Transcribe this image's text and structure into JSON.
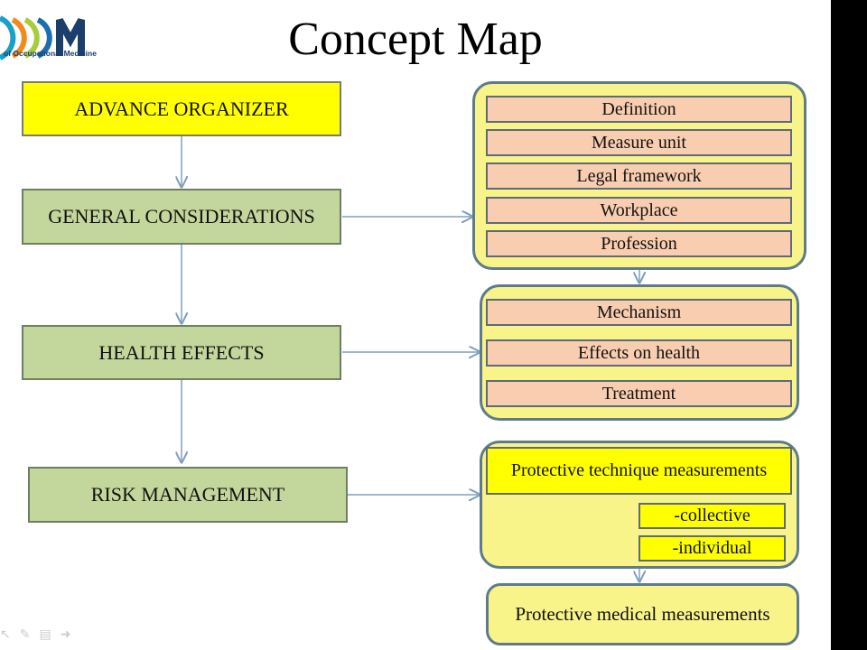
{
  "logo": {
    "letters": "ODM",
    "subtitle": "of Occupational Medicine",
    "icon": "logo-icon"
  },
  "title": "Concept Map",
  "main_column": [
    {
      "label": "ADVANCE ORGANIZER",
      "color": "#ffff00"
    },
    {
      "label": "GENERAL CONSIDERATIONS",
      "color": "#c3d69b"
    },
    {
      "label": "HEALTH EFFECTS",
      "color": "#c3d69b"
    },
    {
      "label": "RISK MANAGEMENT",
      "color": "#c3d69b"
    }
  ],
  "group_1": [
    "Definition",
    "Measure unit",
    "Legal framework",
    "Workplace",
    "Profession"
  ],
  "group_2": [
    "Mechanism",
    "Effects on health",
    "Treatment"
  ],
  "group_3": {
    "main": "Protective technique measurements",
    "subitems": [
      "-collective",
      "-individual"
    ]
  },
  "final_box": "Protective medical measurements",
  "colors": {
    "group_fill": "#f8f48a",
    "item_fill": "#f9cdb0",
    "border": "#5e7b8a",
    "arrow": "#7f9fbf"
  },
  "toolbar_icons": [
    "pointer-icon",
    "pen-icon",
    "slides-icon",
    "next-icon"
  ]
}
